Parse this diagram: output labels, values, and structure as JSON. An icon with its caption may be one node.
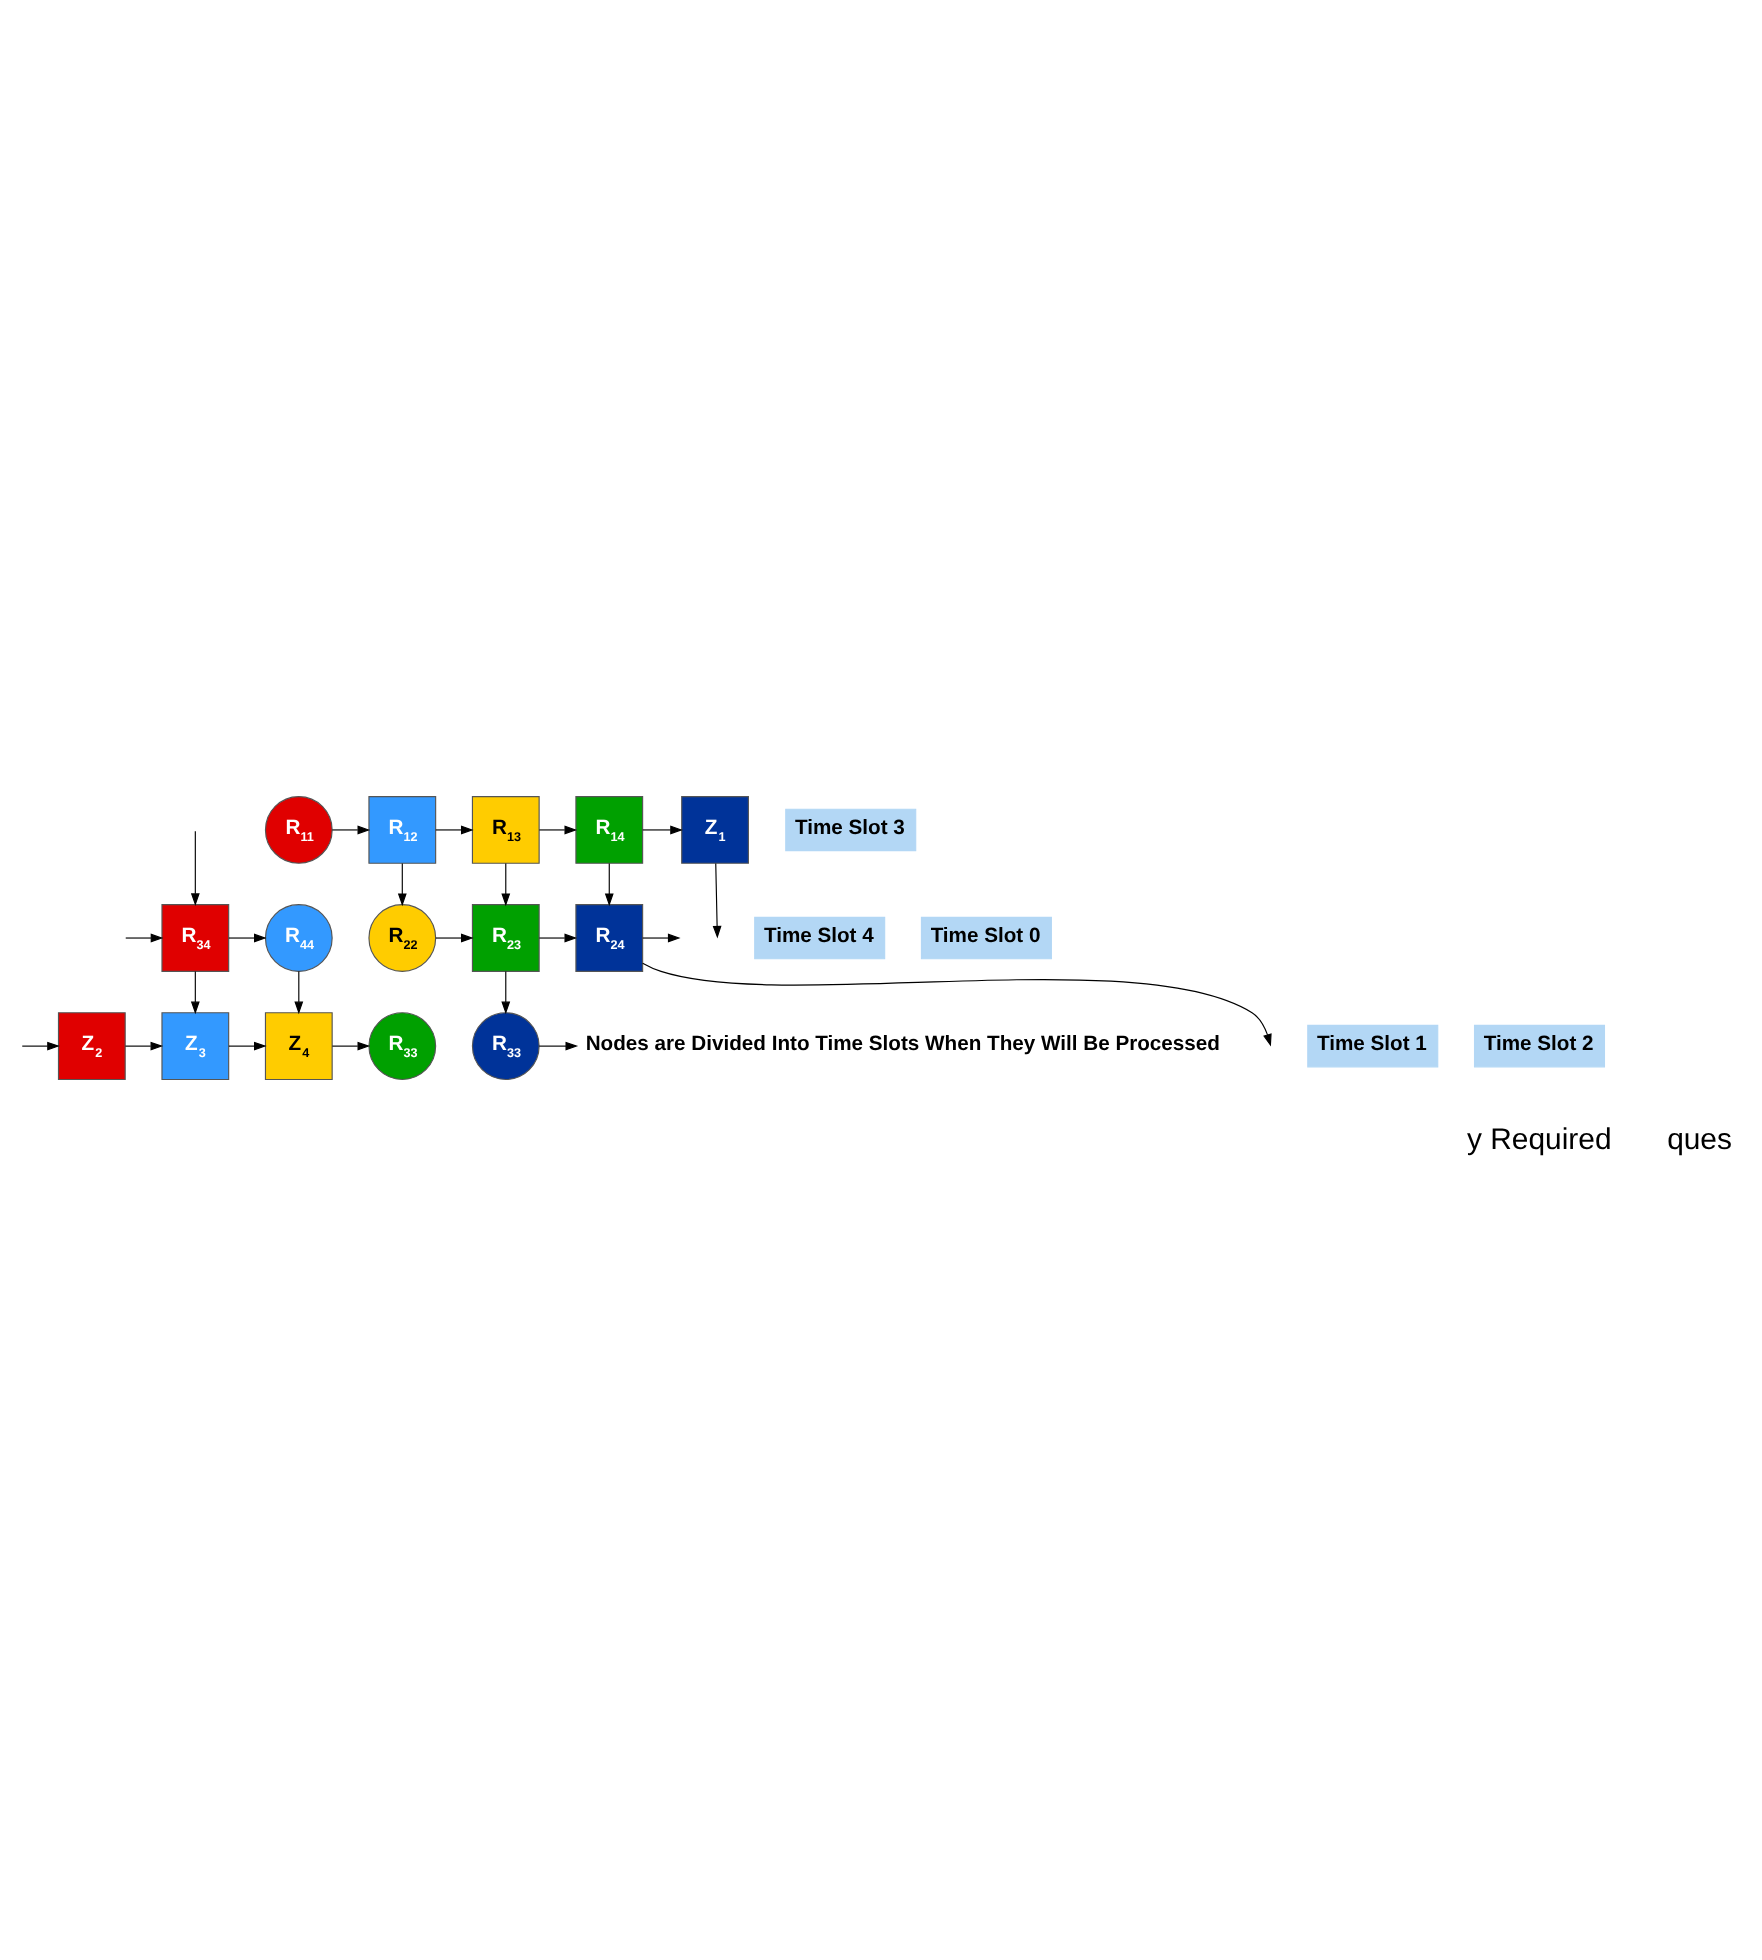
{
  "diagram": {
    "nodes": [
      {
        "text": [
          "R$_{34}$"
        ]
      },
      {
        "text": [
          "R$_{44}$"
        ]
      },
      {
        "text": [
          "Z$_{2}$"
        ]
      },
      {
        "text": [
          "Z$_{3}$"
        ]
      },
      {
        "text": [
          "Z$_{4}$"
        ]
      },
      {
        "text": [
          "R$_{33}$"
        ]
      },
      {
        "text": [
          "R$_{11}$"
        ]
      },
      {
        "text": [
          "R$_{12}$"
        ]
      },
      {
        "text": [
          "R$_{13}$"
        ]
      },
      {
        "text": [
          "R$_{14}$"
        ]
      },
      {
        "text": [
          "Z$_{1}$"
        ]
      },
      {
        "text": [
          "R$_{22}$"
        ]
      },
      {
        "text": [
          "R$_{23}$"
        ]
      },
      {
        "text": [
          "R$_{24}$"
        ]
      },
      {
        "text": [
          "R$_{33}$"
        ]
      },
      {
        "text": [
          "Nodes are Divided Into Time Slots When They Will Be Processed"
        ]
      },
      {
        "text": [
          "Time Slot 4"
        ]
      },
      {
        "text": [
          "Time Slot 1"
        ]
      },
      {
        "text": [
          "Time Slot 3"
        ]
      },
      {
        "text": [
          "Time Slot 0"
        ]
      },
      {
        "text": [
          "Time Slot 2"
        ]
      }
    ],
    "edges": [
      {
        "from": null,
        "to": 0,
        "arrow": "to"
      },
      {
        "from": null,
        "to": 0,
        "arrow": "to"
      },
      {
        "from": 0,
        "to": 1,
        "arrow": "to"
      },
      {
        "from": 0,
        "to": 3,
        "arrow": "to"
      },
      {
        "from": 1,
        "to": 4,
        "arrow": "to"
      },
      {
        "from": null,
        "to": 2,
        "arrow": "to"
      },
      {
        "from": 2,
        "to": 3,
        "arrow": "to"
      },
      {
        "from": 3,
        "to": 4,
        "arrow": "to"
      },
      {
        "from": 4,
        "to": 5,
        "arrow": "to"
      },
      {
        "from": 6,
        "to": 7,
        "arrow": "to"
      },
      {
        "from": 7,
        "to": 8,
        "arrow": "to"
      },
      {
        "from": 8,
        "to": 9,
        "arrow": "to"
      },
      {
        "from": 9,
        "to": 10,
        "arrow": "to"
      },
      {
        "from": 7,
        "to": 11,
        "arrow": "to"
      },
      {
        "from": 8,
        "to": 12,
        "arrow": "to"
      },
      {
        "from": 9,
        "to": 13,
        "arrow": "to"
      },
      {
        "from": 10,
        "to": null,
        "arrow": "to"
      },
      {
        "from": 11,
        "to": 12,
        "arrow": "to"
      },
      {
        "from": 12,
        "to": 13,
        "arrow": "to"
      },
      {
        "from": 13,
        "to": null,
        "arrow": "to"
      },
      {
        "from": 13,
        "to": null,
        "arrow": "to"
      },
      {
        "from": 12,
        "to": 14,
        "arrow": "to"
      },
      {
        "from": 14,
        "to": 15,
        "arrow": "to"
      }
    ],
    "labels": [
      "y Required",
      "ques"
    ]
  }
}
